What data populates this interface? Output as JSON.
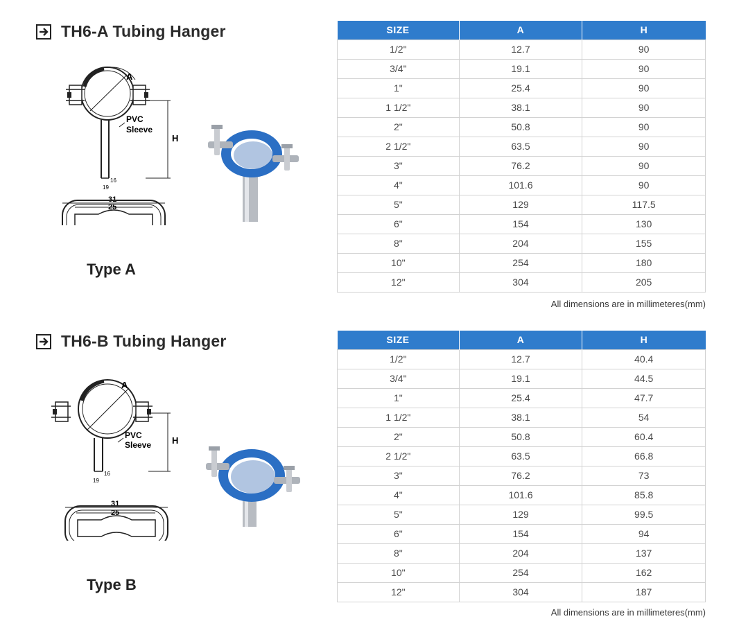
{
  "sections": [
    {
      "title": "TH6-A Tubing Hanger",
      "type_label": "Type A",
      "drawing_labels": {
        "a": "A",
        "h": "H",
        "pvc": "PVC",
        "sleeve": "Sleeve",
        "d16": "16",
        "d19": "19",
        "w31": "31",
        "w25": "25"
      },
      "columns": [
        "SIZE",
        "A",
        "H"
      ],
      "rows": [
        [
          "1/2\"",
          "12.7",
          "90"
        ],
        [
          "3/4\"",
          "19.1",
          "90"
        ],
        [
          "1\"",
          "25.4",
          "90"
        ],
        [
          "1 1/2\"",
          "38.1",
          "90"
        ],
        [
          "2\"",
          "50.8",
          "90"
        ],
        [
          "2 1/2\"",
          "63.5",
          "90"
        ],
        [
          "3\"",
          "76.2",
          "90"
        ],
        [
          "4\"",
          "101.6",
          "90"
        ],
        [
          "5\"",
          "129",
          "117.5"
        ],
        [
          "6\"",
          "154",
          "130"
        ],
        [
          "8\"",
          "204",
          "155"
        ],
        [
          "10\"",
          "254",
          "180"
        ],
        [
          "12\"",
          "304",
          "205"
        ]
      ],
      "note": "All dimensions are in millimeteres(mm)"
    },
    {
      "title": "TH6-B Tubing Hanger",
      "type_label": "Type B",
      "drawing_labels": {
        "a": "A",
        "h": "H",
        "pvc": "PVC",
        "sleeve": "Sleeve",
        "d16": "16",
        "d19": "19",
        "w31": "31",
        "w25": "25"
      },
      "columns": [
        "SIZE",
        "A",
        "H"
      ],
      "rows": [
        [
          "1/2\"",
          "12.7",
          "40.4"
        ],
        [
          "3/4\"",
          "19.1",
          "44.5"
        ],
        [
          "1\"",
          "25.4",
          "47.7"
        ],
        [
          "1 1/2\"",
          "38.1",
          "54"
        ],
        [
          "2\"",
          "50.8",
          "60.4"
        ],
        [
          "2 1/2\"",
          "63.5",
          "66.8"
        ],
        [
          "3\"",
          "76.2",
          "73"
        ],
        [
          "4\"",
          "101.6",
          "85.8"
        ],
        [
          "5\"",
          "129",
          "99.5"
        ],
        [
          "6\"",
          "154",
          "94"
        ],
        [
          "8\"",
          "204",
          "137"
        ],
        [
          "10\"",
          "254",
          "162"
        ],
        [
          "12\"",
          "304",
          "187"
        ]
      ],
      "note": "All dimensions are in millimeteres(mm)"
    }
  ],
  "colors": {
    "header_blue": "#2f7ccc",
    "sleeve_blue": "#2b6fc4"
  },
  "icons": [
    "arrow-right-box-icon"
  ]
}
